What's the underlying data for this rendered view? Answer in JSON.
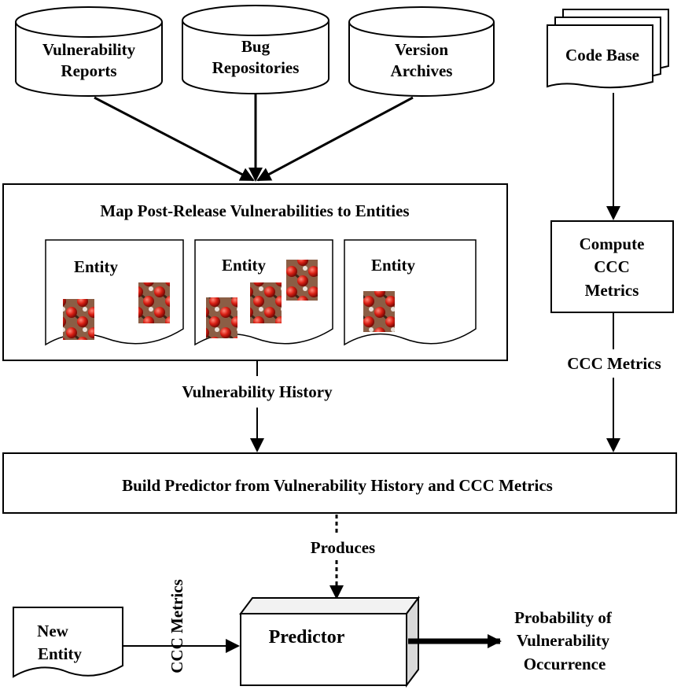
{
  "sources": {
    "vulnerability_reports": [
      "Vulnerability",
      "Reports"
    ],
    "bug_repositories": [
      "Bug",
      "Repositories"
    ],
    "version_archives": [
      "Version",
      "Archives"
    ],
    "code_base": "Code Base"
  },
  "map_box": {
    "title": "Map Post-Release Vulnerabilities to Entities",
    "entity_labels": [
      "Entity",
      "Entity",
      "Entity"
    ]
  },
  "compute_box": [
    "Compute",
    "CCC",
    "Metrics"
  ],
  "edges": {
    "ccc_metrics": "CCC Metrics",
    "vulnerability_history": "Vulnerability History",
    "produces": "Produces",
    "new_entity_ccc_metrics": "CCC Metrics"
  },
  "build_box": {
    "title": "Build Predictor from Vulnerability History and CCC Metrics"
  },
  "new_entity": [
    "New",
    "Entity"
  ],
  "predictor": {
    "label": "Predictor"
  },
  "output": [
    "Probability of",
    "Vulnerability",
    "Occurrence"
  ],
  "colors": {
    "stroke": "#000000",
    "node_fill": "#ffffff",
    "molecule_bg": "#8b5e45",
    "molecule_ball": "#d81f14"
  }
}
